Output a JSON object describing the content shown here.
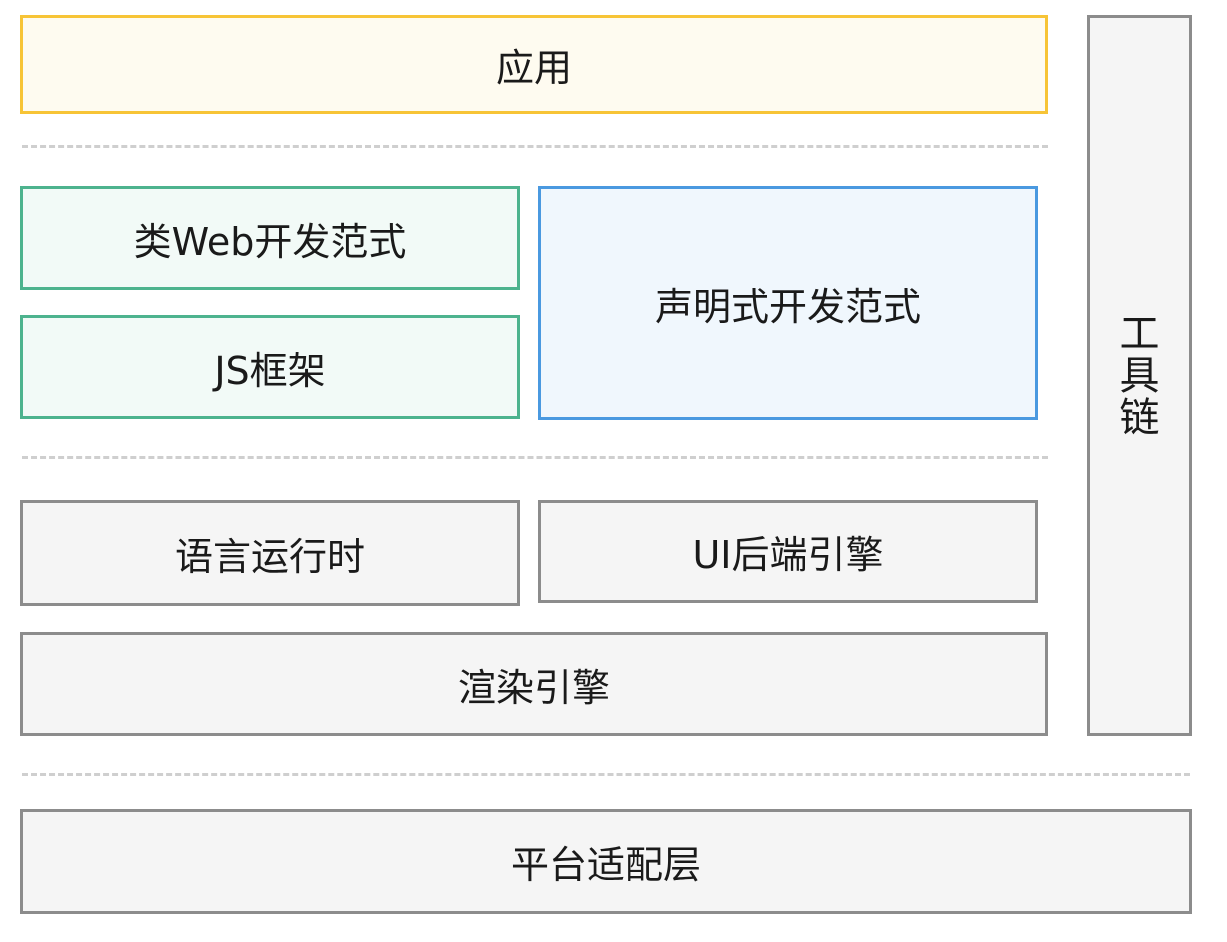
{
  "layers": {
    "application": "应用",
    "web_paradigm": "类Web开发范式",
    "js_framework": "JS框架",
    "declarative_paradigm": "声明式开发范式",
    "language_runtime": "语言运行时",
    "ui_backend_engine": "UI后端引擎",
    "render_engine": "渲染引擎",
    "platform_adaptation": "平台适配层",
    "toolchain": [
      "工",
      "具",
      "链"
    ]
  },
  "colors": {
    "application_border": "#f7c436",
    "application_fill": "#fefbf0",
    "web_border": "#4db38e",
    "web_fill": "#f2faf7",
    "declarative_border": "#4a99e0",
    "declarative_fill": "#f0f7fd",
    "gray_border": "#8c8c8c",
    "gray_fill": "#f5f5f5",
    "dash": "#cfcfcf"
  }
}
